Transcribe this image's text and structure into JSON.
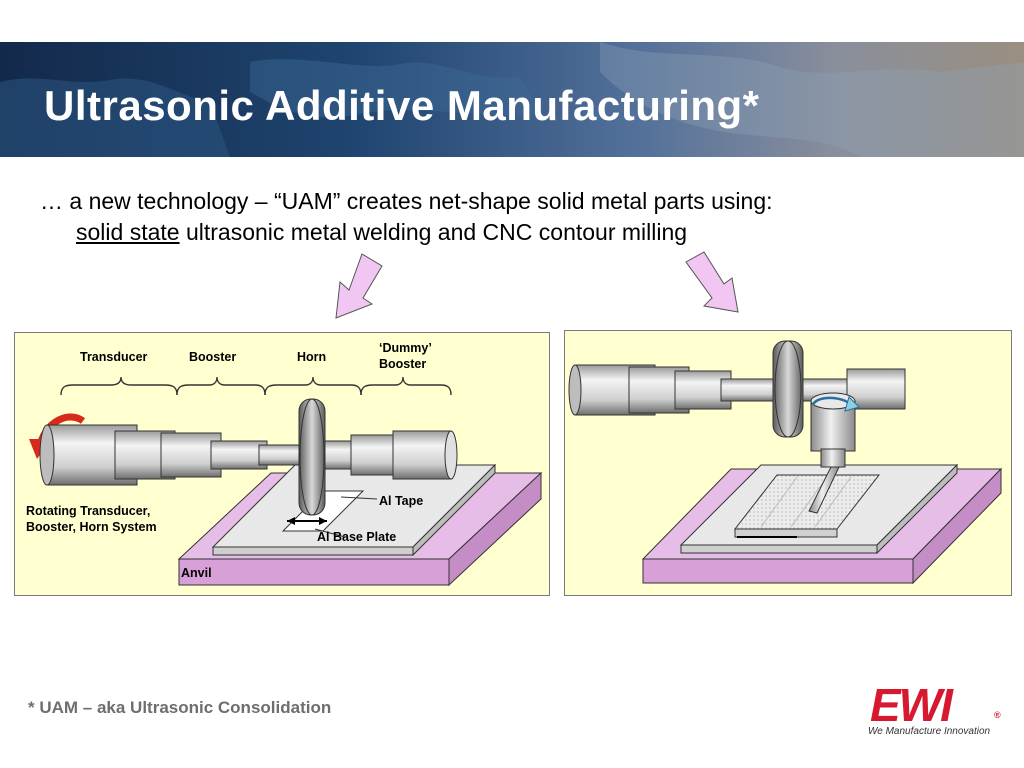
{
  "header": {
    "title": "Ultrasonic Additive Manufacturing*"
  },
  "intro": {
    "line1": "… a new technology – “UAM” creates net-shape solid metal parts using:",
    "underlined": "solid state",
    "line2_rest": " ultrasonic metal welding  and CNC contour milling"
  },
  "left_diagram": {
    "labels": {
      "transducer": "Transducer",
      "booster": "Booster",
      "horn": "Horn",
      "dummy_booster_1": "‘Dummy’",
      "dummy_booster_2": "Booster",
      "rotating_1": "Rotating Transducer,",
      "rotating_2": "Booster, Horn System",
      "al_tape": "Al Tape",
      "al_base_plate": "Al Base Plate",
      "anvil": "Anvil"
    }
  },
  "footnote": "* UAM – aka Ultrasonic Consolidation",
  "logo": {
    "mark": "EWI",
    "registered": "®",
    "tagline": "We Manufacture Innovation"
  },
  "colors": {
    "accent_red": "#d7192f",
    "panel_fill": "#ffffd0",
    "anvil_fill": "#e6bde6",
    "arrow_fill": "#f2c6f2"
  }
}
